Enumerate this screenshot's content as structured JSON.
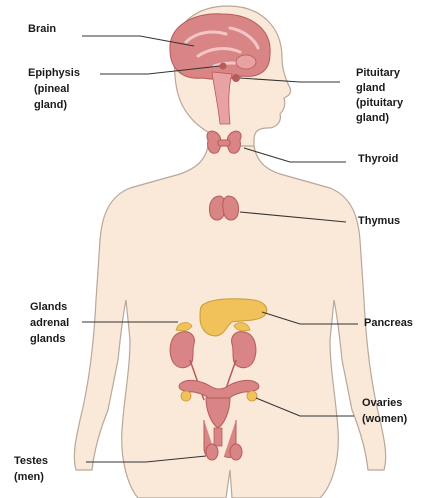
{
  "labels": {
    "brain": "Brain",
    "epiphysis": "Epiphysis",
    "epiphysis_sub1": "(pineal",
    "epiphysis_sub2": "gland)",
    "pituitary1": "Pituitary",
    "pituitary2": "gland",
    "pituitary3": "(pituitary",
    "pituitary4": "gland)",
    "thyroid": "Thyroid",
    "thymus": "Thymus",
    "glands1": "Glands",
    "glands2": "adrenal",
    "glands3": "glands",
    "pancreas": "Pancreas",
    "ovaries1": "Ovaries",
    "ovaries2": "(women)",
    "testes1": "Testes",
    "testes2": "(men)"
  },
  "colors": {
    "skin": "#fae8d8",
    "outline": "#b8a89a",
    "organ": "#d98585",
    "organ_dark": "#b65a5a",
    "pancreas": "#f2c25a",
    "leader": "#333333"
  }
}
